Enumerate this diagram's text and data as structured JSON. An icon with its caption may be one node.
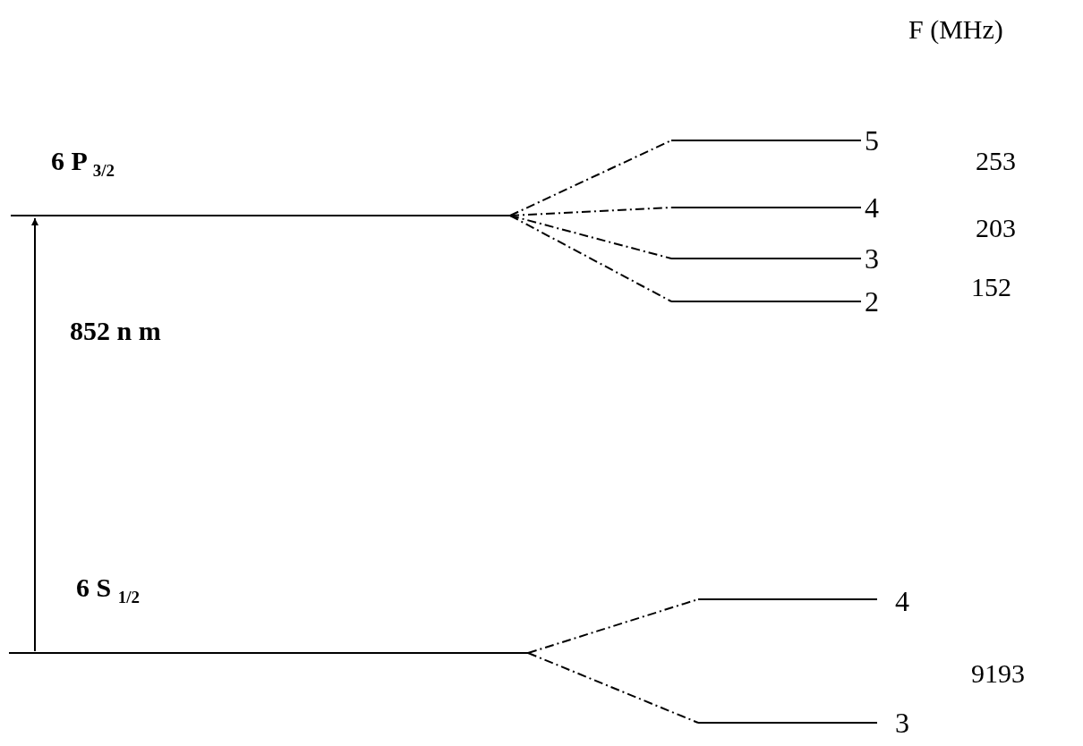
{
  "diagram": {
    "nodes": [
      {
        "text": [
          "6 P $_{3/2}$"
        ]
      },
      {
        "text": [
          "5"
        ]
      },
      {
        "text": [
          "4"
        ]
      },
      {
        "text": [
          "3"
        ]
      },
      {
        "text": [
          "2"
        ]
      },
      {
        "text": [
          "6 S $_{1/2}$"
        ]
      },
      {
        "text": [
          "4"
        ]
      },
      {
        "text": [
          "3"
        ]
      }
    ],
    "edges": [
      {
        "from": 0,
        "to": 1,
        "arrow": "none",
        "style": "dashed"
      },
      {
        "from": 0,
        "to": 2,
        "arrow": "none",
        "style": "dashed"
      },
      {
        "from": 0,
        "to": 3,
        "arrow": "none",
        "style": "dashed"
      },
      {
        "from": 0,
        "to": 4,
        "arrow": "none",
        "style": "dashed"
      },
      {
        "from": 5,
        "to": 6,
        "arrow": "none",
        "style": "dashed"
      },
      {
        "from": 5,
        "to": 7,
        "arrow": "none",
        "style": "dashed"
      },
      {
        "from": 5,
        "to": 0,
        "arrow": "to",
        "label": "852 n m"
      }
    ],
    "labels": [
      "F (MHz)",
      "253",
      "203",
      "152",
      "9193"
    ]
  }
}
